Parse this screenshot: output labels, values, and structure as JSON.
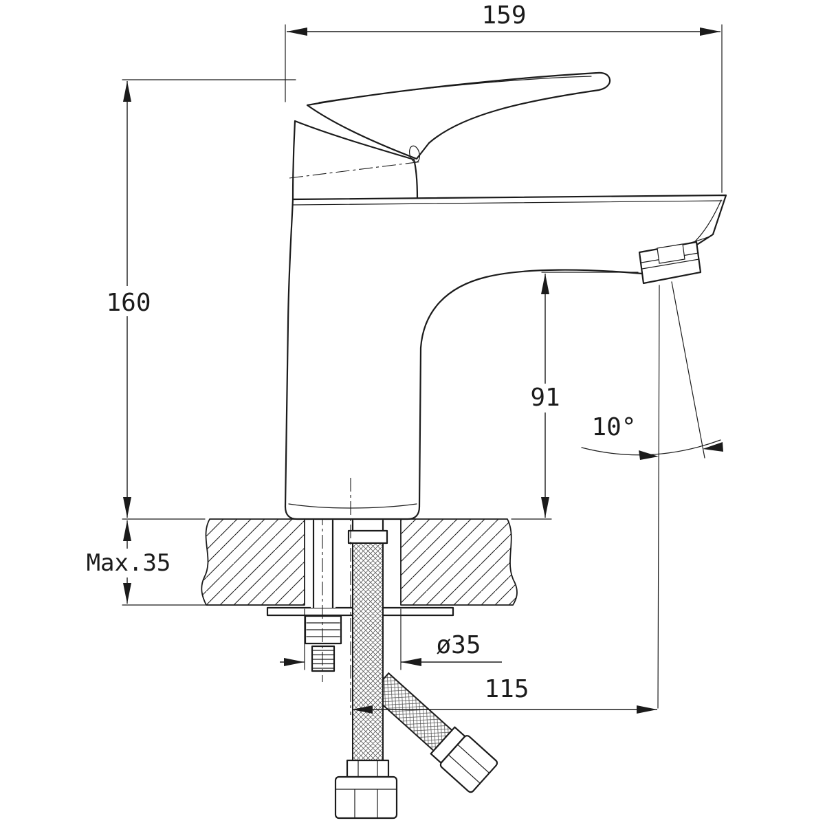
{
  "drawing": {
    "background_color": "#ffffff",
    "line_color": "#1b1b1b",
    "dimensions": {
      "overall_length": "159",
      "overall_height": "160",
      "spout_outlet_height": "91",
      "spout_angle": "10°",
      "max_deck_thickness": "Max.35",
      "mounting_hole_diameter": "ø35",
      "spout_reach": "115"
    }
  }
}
